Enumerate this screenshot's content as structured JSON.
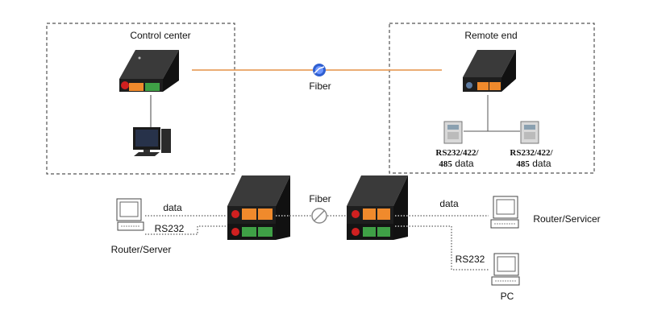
{
  "labels": {
    "control_center": "Control center",
    "remote_end": "Remote end",
    "fiber_top": "Fiber",
    "fiber_bottom": "Fiber",
    "remote_left_line1": "RS232/422/",
    "remote_left_line2": "485",
    "remote_left_line2_suffix": " data",
    "remote_right_line1": "RS232/422/",
    "remote_right_line2": "485",
    "remote_right_line2_suffix": " data",
    "data_left": "data",
    "rs232_left": "RS232",
    "router_server": "Router/Server",
    "data_right": "data",
    "router_servicer": "Router/Servicer",
    "rs232_right": "RS232",
    "pc": "PC"
  },
  "colors": {
    "fiber_line": "#e8a060",
    "fiber_connector": "#2f5fd0",
    "device_body": "#1e1e1e",
    "orange_terminal": "#f08a2c",
    "green_terminal": "#3fa046",
    "red_connector": "#d02020"
  },
  "icons": {
    "fiber_connector_top": "blue-fiber-connector-icon",
    "fiber_connector_bottom": "gray-fiber-coil-icon"
  }
}
